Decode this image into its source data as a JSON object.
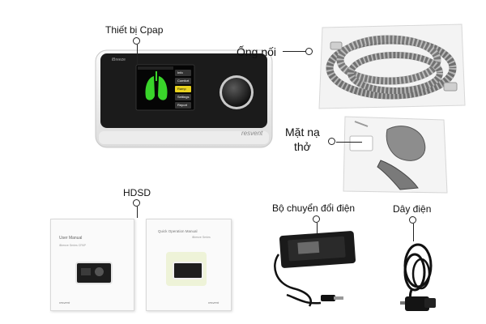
{
  "labels": {
    "cpap_device": "Thiết bị Cpap",
    "hose": "Ống nối",
    "mask_line1": "Mặt nạ",
    "mask_line2": "thở",
    "manual": "HDSD",
    "power_adapter": "Bộ chuyển đổi điện",
    "power_cord": "Dây điện"
  },
  "device": {
    "brand": "resvent",
    "screen_brand": "iBreeze",
    "menu_items": [
      "Info",
      "Comfort",
      "Ramp",
      "Settings",
      "Report"
    ]
  },
  "manuals": {
    "user_manual_title": "User Manual",
    "user_manual_subtitle": "iBreeze Series CPAP",
    "quick_guide_title": "Quick Operation Manual",
    "quick_guide_subtitle": "iBreeze Series",
    "brand": "resvent"
  },
  "colors": {
    "text": "#111111",
    "screen_green": "#39d42a",
    "device_body": "#f2f2f2",
    "device_face": "#1b1b1b"
  }
}
